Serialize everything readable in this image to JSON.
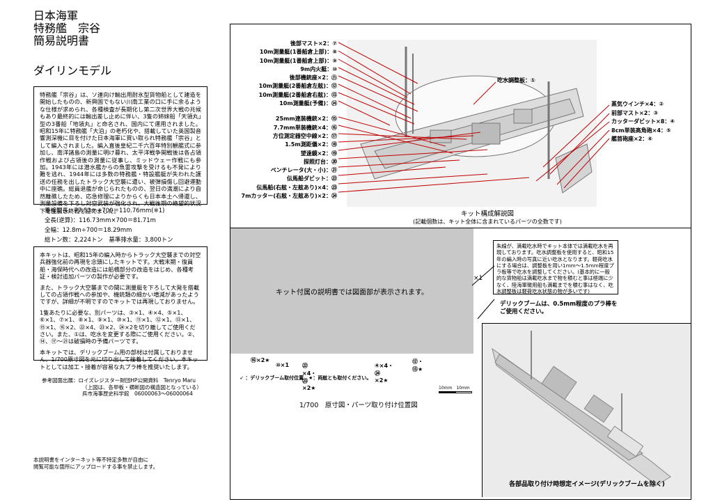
{
  "title_lines": [
    "日本海軍",
    "特務艦　宗谷",
    "簡易説明書"
  ],
  "subtitle": "ダイリンモデル",
  "intro_text": "特務艦「宗谷」は、ソ連向け輸出用耐氷型貨物船として建造を開始したものの、新興国でもない川南工業の口に手に余るような仕様が求められ、各種検査が長期化し第二次世界大戦の兆候もあり最終的には輸出差し止めに伴い、3隻の姉妹船「天領丸」型の3番船「地領丸」と命名され、国内にて運用されました。昭和15年に特務艦「大泊」の老朽化や、搭載していた英国製音響測深機に目を付けた日本海軍に買い取られ特務艦「宗谷」として編入されました。編入直後皇紀二千六百年特別観艦式に参加し、南洋諸島の測量に明け暮れ、太平洋戦争開戦後は各占領作戦および占領後の測量に従事し、ミッドウェー作戦にも参加。1943年には潜水艦からの魚雷攻撃を受けるも不発により難を逃れ、1944年には多数の特務艦・特設艦艇が失われた護送の任務を出したトラック大空襲に遭い、被弾損傷し回避運動中に座礁。総員退艦が命じられたものの、翌日の満潮により自然離礁したため、応急修理によりからくも日本本土へ帰還し、測量設備を下ろし対空武装が強化され、大戦後期の絶望的状況下を生抜き終戦を迎えました。",
  "specs": [
    "垂線間長：77.53m÷700＝110.76mm(※1)",
    "全長(逆算)：116.73mm×700＝81.71m",
    "全幅：12.8m÷700＝18.29mm",
    "総トン数：2,224トン　基準排水量：3,800トン"
  ],
  "kit_paragraphs": [
    "本キットは、昭和15年の編入時からトラック大空襲までの対空兵器強化前の再現を念頭にしたキットです。大戦末期・復員船・海保時代への改造には船橋部分の改造をはじめ、各種考証・検討追加パーツの製作が必要です。",
    "また、トラック大空襲までの間に測量艇を下ろして大発を搭載しての占領作戦への参加や、機銃類の細かい増減があったようですが、詳細が不明ですのでキットでは再現しておりません。",
    "1隻あたりに必要な、別パーツは、③×1、④×4、⑤×1、⑥×1、⑦×1、⑧×1、⑨×1、⑩×1、⑪×1、⑫×1、⑬×1、⑮×1、⑯×2、㉒×4、㉓×2、㉔×2を切り離してご使用ください。また、①は、吃水を変更する際にご使用ください。②、⑭、⑰～㉑は破損時の予備パーツです。",
    "本キットでは、デリックブーム用の部材は付属しておりません。1/700原寸図を元に切り出して接着してください。本キットとしては加工・接着が容易な丸プラ棒を推奨いたします。"
  ],
  "refs": {
    "line1": "参考図面出展：ロイズレジスター財団HP公開資料　Tenryo Maru",
    "line2": "（上図は、各甲板・横断図の構造図となっている）",
    "line3": "呉市海事歴史科学館　06000063～06000064"
  },
  "notice": [
    "本説明書をインターネット等不特定多数が自由に",
    "閲覧可能な箇所にアップロードする事を禁止します。"
  ],
  "left_labels": [
    "後部マスト×2：⑦",
    "10m測量艇(1番船倉上部)：⑧",
    "10m測量艇(1番船倉上部)：⑨",
    "9m内火艇：⑩",
    "後部機銃座×2：⑪",
    "10m測量艇(2番船倉左舷)：⑫",
    "10m測量艇(2番船倉右舷)：⑬",
    "10m測量艇(予備)：⑭",
    "",
    "25mm連装機銃×2：⑮",
    "7.7mm単装機銃×4：⑯",
    "方位測定器空中線×2：⑰",
    "1.5m測距儀×2：⑱",
    "望遠鏡×2：⑲",
    "探照灯台：⑳",
    "ベンチレータ(大・小)：㉑",
    "伝馬船ダビット：㉒",
    "伝馬船(右舷・左舷あり)×4：㉓",
    "7mカッター(右舷・左舷あり)×2：㉔"
  ],
  "mid_label": "吃水調整板：①",
  "right_labels": [
    "蒸気ウインチ×4：②",
    "前部マスト×2：③",
    "カッターダビット×8：④",
    "8cm単装高角砲×4：⑤",
    "艦首砲座×2：⑥"
  ],
  "caption_top": "キット構成解説図",
  "caption_top_sub": "(記載個数は、キット全体に含まれているパーツの全数です)",
  "gray_text": "キット付属の説明書では図面部が表示されます。",
  "note_box": "朱線が、満載吃水時でキット本体では満載吃水を再現しております。吃水調整板を使用すると、昭和15年の編入時の写真に近い吃水となります。軽荷吃水にする場合は、調整板を用い1mm～1.5mm程度プラ板等で吃水を調整してください。(基本的に一般的な貨物船は満載吃水まで物を積むと事は極端に少なく、陸海軍徴用船も満載までを積む事はなく、吃水調整板は軽荷吃水状態の物が多いです)",
  "derrick_note": [
    "デリックブームは、0.5mm程度のプラ棒を",
    "ご使用ください。"
  ],
  "x1": "×1",
  "marks": [
    "⑯×2★",
    "⑩×1",
    "㉒×4・㉓×2★",
    "④×4・㉔×2★",
    "⑫・⑬★"
  ],
  "legend": "：デリックブーム取付位置　★：両舷とも取付ください。",
  "scale": [
    "10mm",
    "10mm"
  ],
  "caption_plan": "1/700　原寸図・パーツ取り付け位置図",
  "caption_render": "各部品取り付け時想定イメージ(デリックブームを除く)",
  "colors": {
    "leader": "#c00000",
    "gray": "#c8c8c8"
  }
}
